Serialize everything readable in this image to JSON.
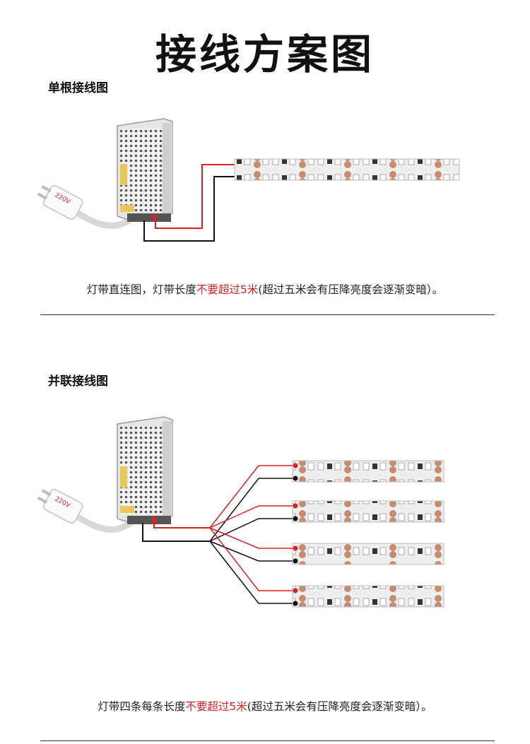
{
  "title": "接线方案图",
  "sections": [
    {
      "heading": "单根接线图",
      "plug_label": "220V",
      "caption": {
        "prefix": "灯带直连图，灯带长度",
        "highlight": "不要超过5米",
        "suffix": "(超过五米会有压降亮度会逐渐变暗）。"
      }
    },
    {
      "heading": "并联接线图",
      "plug_label": "220V",
      "caption": {
        "prefix": "灯带四条每条长度",
        "highlight": "不要超过5米",
        "suffix": "(超过五米会有压降亮度会逐渐变暗）。"
      }
    }
  ],
  "colors": {
    "positive_wire": "#e02020",
    "negative_wire": "#111111",
    "strip": "#eeeeee",
    "pad": "#c98a6e",
    "led": "#ffffff"
  }
}
